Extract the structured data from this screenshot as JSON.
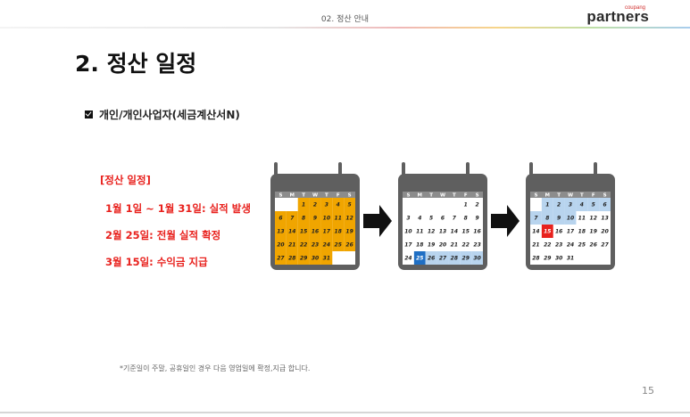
{
  "header": {
    "section": "02. 정산 안내",
    "logo_small": "coupang",
    "logo": "partners"
  },
  "page_title": "2. 정산 일정",
  "subtitle": "개인/개인사업자(세금계산서N)",
  "schedule": {
    "heading": "[정산 일정]",
    "items": [
      "1월 1일 ~ 1월 31일: 실적 발생",
      "2월 25일: 전월 실적 확정",
      "3월 15일: 수익금 지급"
    ]
  },
  "calendar_days": [
    "S",
    "M",
    "T",
    "W",
    "T",
    "F",
    "S"
  ],
  "calendars": [
    {
      "weeks": [
        [
          "",
          "",
          "1",
          "2",
          "3",
          "4",
          "5"
        ],
        [
          "6",
          "7",
          "8",
          "9",
          "10",
          "11",
          "12"
        ],
        [
          "13",
          "14",
          "15",
          "16",
          "17",
          "18",
          "19"
        ],
        [
          "20",
          "21",
          "22",
          "23",
          "24",
          "25",
          "26"
        ],
        [
          "27",
          "28",
          "29",
          "30",
          "31",
          "",
          ""
        ]
      ],
      "highlight_range": [
        1,
        31
      ],
      "highlight_color": "#f0a500",
      "marked_day": null,
      "marked_color": null
    },
    {
      "weeks": [
        [
          "",
          "",
          "",
          "",
          "",
          "1",
          "2"
        ],
        [
          "3",
          "4",
          "5",
          "6",
          "7",
          "8",
          "9"
        ],
        [
          "10",
          "11",
          "12",
          "13",
          "14",
          "15",
          "16"
        ],
        [
          "17",
          "18",
          "19",
          "20",
          "21",
          "22",
          "23"
        ],
        [
          "24",
          "25",
          "26",
          "27",
          "28",
          "29",
          "30"
        ]
      ],
      "highlight_range": [
        25,
        30
      ],
      "highlight_color": "#b8d4ee",
      "marked_day": "25",
      "marked_color": "#1f6fc4"
    },
    {
      "weeks": [
        [
          "",
          "1",
          "2",
          "3",
          "4",
          "5",
          "6"
        ],
        [
          "7",
          "8",
          "9",
          "10",
          "11",
          "12",
          "13"
        ],
        [
          "14",
          "15",
          "16",
          "17",
          "18",
          "19",
          "20"
        ],
        [
          "21",
          "22",
          "23",
          "24",
          "25",
          "26",
          "27"
        ],
        [
          "28",
          "29",
          "30",
          "31",
          "",
          "",
          ""
        ]
      ],
      "highlight_range": [
        1,
        10
      ],
      "highlight_color": "#b8d4ee",
      "marked_day": "15",
      "marked_color": "#e8211d"
    }
  ],
  "footnote": "*기준일이 주말, 공휴일인 경우 다음 영업일에 확정,지급 합니다.",
  "page_number": "15",
  "colors": {
    "frame": "#5f5f5f",
    "arrow": "#111111",
    "schedule_text": "#e8211d"
  }
}
